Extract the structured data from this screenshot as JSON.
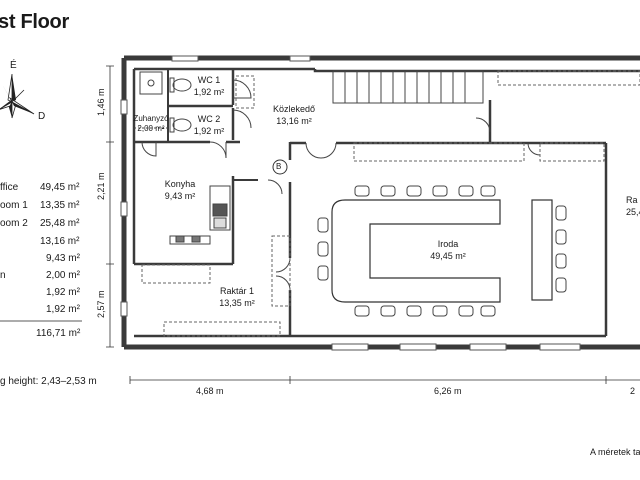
{
  "title": "st Floor",
  "compass": {
    "north": "É",
    "east": "D"
  },
  "legend": [
    {
      "label": "ffice",
      "value": "49,45 m²"
    },
    {
      "label": "oom 1",
      "value": "13,35 m²"
    },
    {
      "label": "oom 2",
      "value": "25,48 m²"
    },
    {
      "label": "",
      "value": "13,16 m²"
    },
    {
      "label": "",
      "value": "9,43 m²"
    },
    {
      "label": "n",
      "value": "2,00 m²"
    },
    {
      "label": "",
      "value": "1,92 m²"
    },
    {
      "label": "",
      "value": "1,92 m²"
    }
  ],
  "total": "116,71 m²",
  "ceiling_height": "g height: 2,43–2,53 m",
  "rooms": {
    "wc1": {
      "name": "WC 1",
      "area": "1,92 m²"
    },
    "wc2": {
      "name": "WC 2",
      "area": "1,92 m²"
    },
    "shower": {
      "name": "Zuhanyzó",
      "area": "2,00 m²"
    },
    "corridor": {
      "name": "Közlekedő",
      "area": "13,16 m²"
    },
    "kitchen": {
      "name": "Konyha",
      "area": "9,43 m²"
    },
    "storage1": {
      "name": "Raktár 1",
      "area": "13,35 m²"
    },
    "office": {
      "name": "Iroda",
      "area": "49,45 m²"
    },
    "storage2": {
      "name": "Ra",
      "area": "25,4"
    }
  },
  "marker": "B",
  "dims": {
    "v1": "1,46 m",
    "v2": "2,21 m",
    "v3": "2,57 m",
    "h1": "4,68 m",
    "h2": "6,26 m",
    "h3": "2"
  },
  "note": "A méretek ta"
}
